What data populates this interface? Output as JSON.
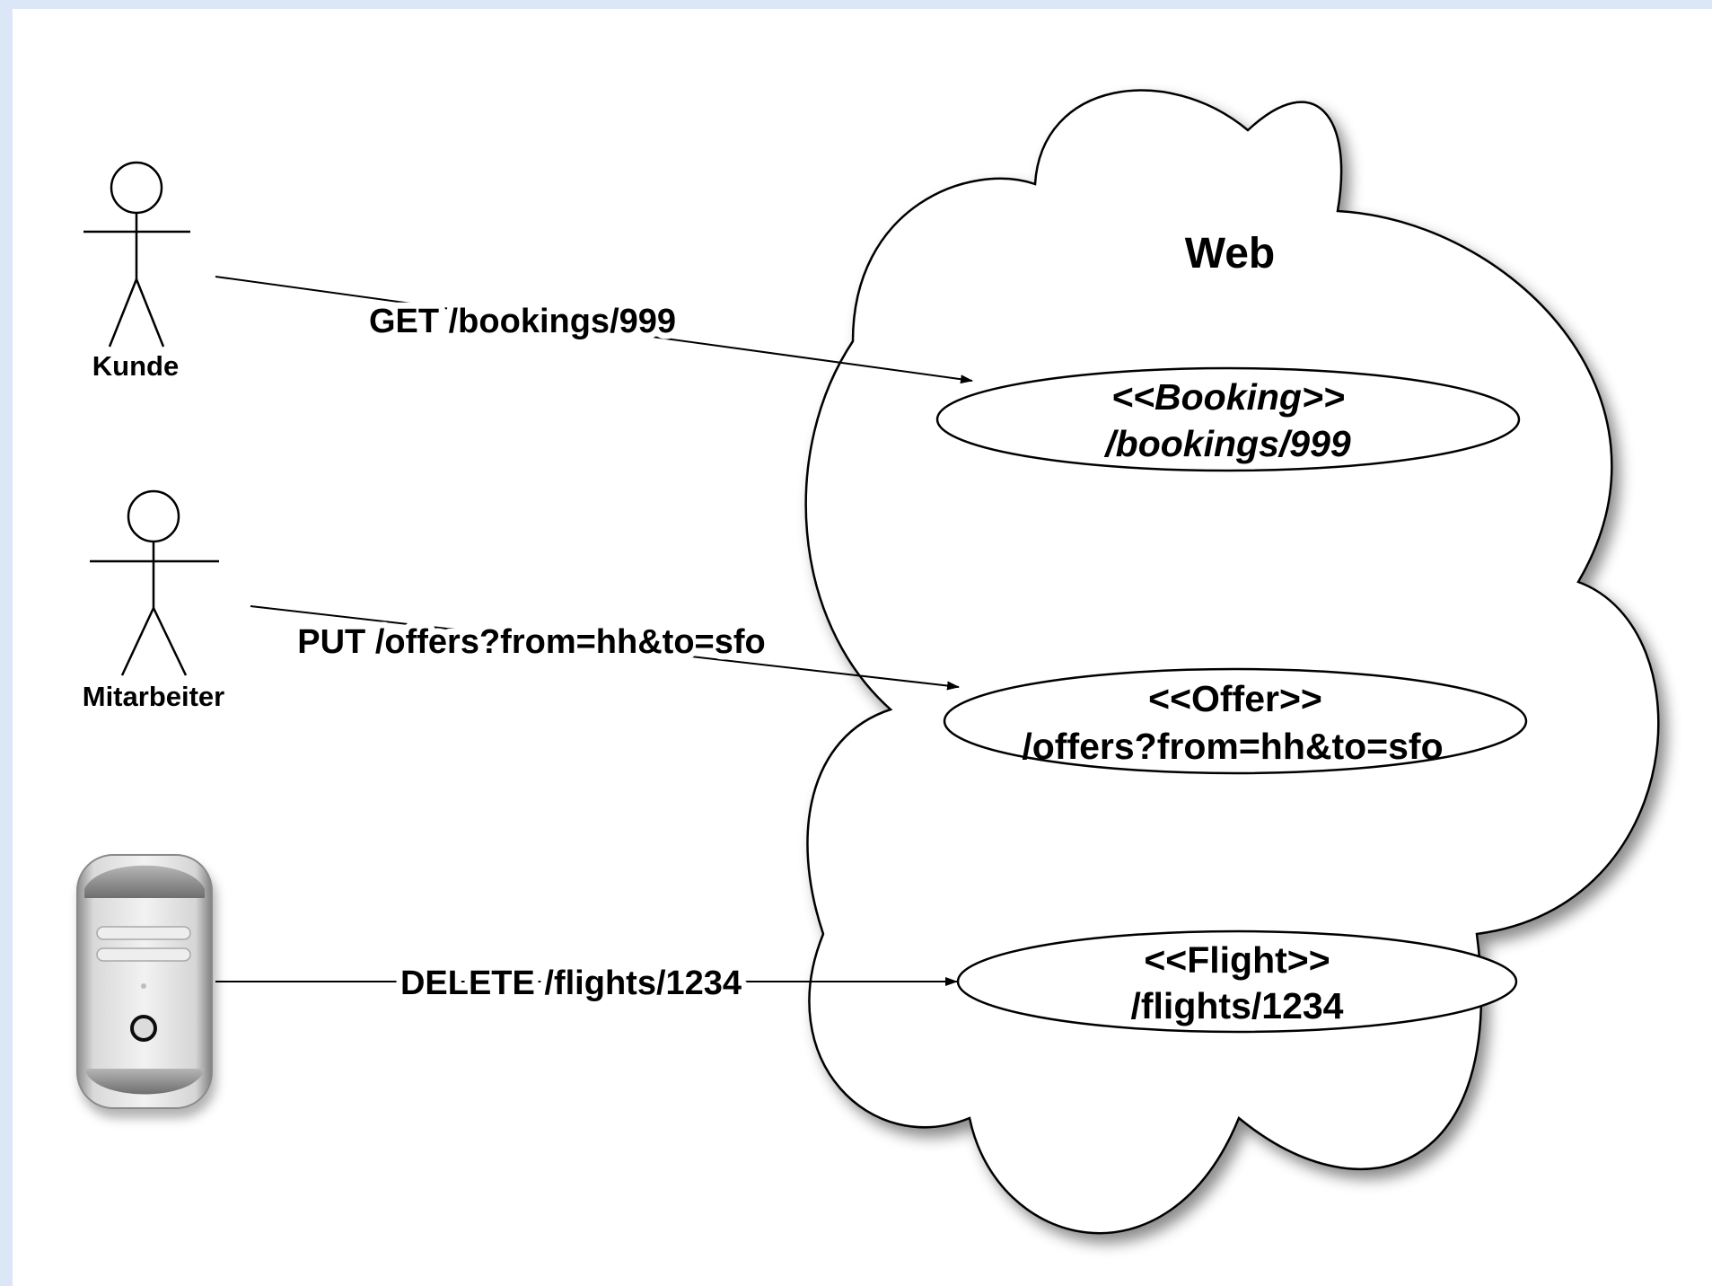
{
  "cloud": {
    "title": "Web"
  },
  "actors": [
    {
      "label": "Kunde"
    },
    {
      "label": "Mitarbeiter"
    }
  ],
  "requests": [
    {
      "label": "GET /bookings/999"
    },
    {
      "label": "PUT /offers?from=hh&to=sfo"
    },
    {
      "label": "DELETE /flights/1234"
    }
  ],
  "resources": [
    {
      "stereotype": "<<Booking>>",
      "uri": "/bookings/999"
    },
    {
      "stereotype": "<<Offer>>",
      "uri": "/offers?from=hh&to=sfo"
    },
    {
      "stereotype": "<<Flight>>",
      "uri": "/flights/1234"
    }
  ]
}
